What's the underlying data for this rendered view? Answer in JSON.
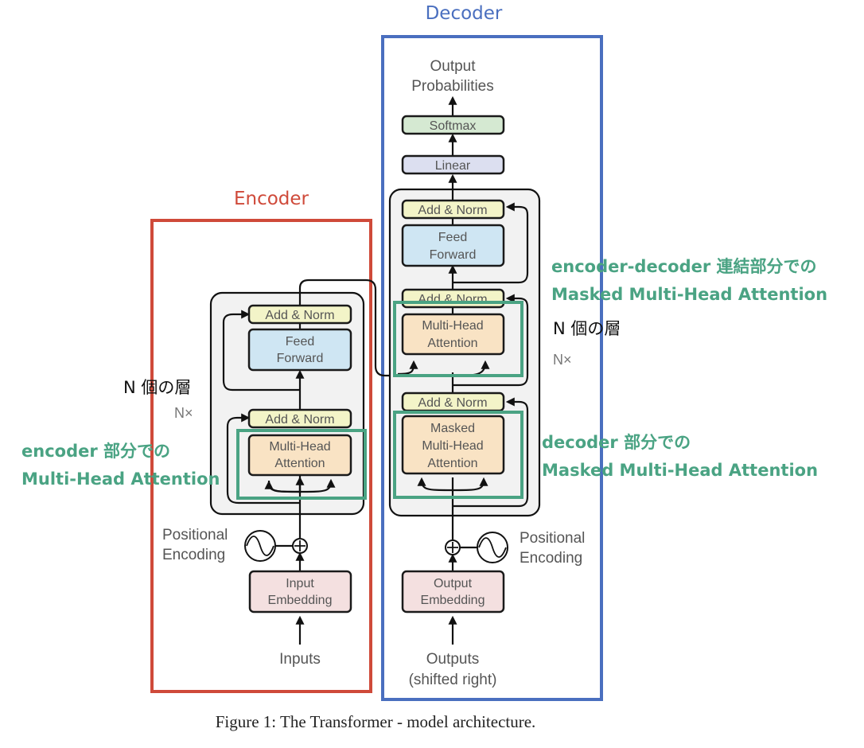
{
  "figure": {
    "caption": "Figure 1: The Transformer - model architecture."
  },
  "colors": {
    "encoder_frame": "#cf4a3a",
    "decoder_frame": "#4a6fbf",
    "highlight": "#4aa383",
    "add_norm": "#f3f4c8",
    "feed_forward": "#cfe6f3",
    "attention": "#f9e3c4",
    "embedding": "#f4e0e0",
    "linear": "#dcdff0",
    "softmax": "#d5e9d2",
    "stack_bg": "#f2f2f2"
  },
  "encoder": {
    "title": "Encoder",
    "input_label": "Inputs",
    "embedding": [
      "Input",
      "Embedding"
    ],
    "positional_encoding": [
      "Positional",
      "Encoding"
    ],
    "attention": [
      "Multi-Head",
      "Attention"
    ],
    "add_norm_1": "Add & Norm",
    "feed_forward": [
      "Feed",
      "Forward"
    ],
    "add_norm_2": "Add & Norm",
    "repeat_label": "N×",
    "layers_note": "N 個の層",
    "annotation": [
      "encoder 部分での",
      "Multi-Head Attention"
    ]
  },
  "decoder": {
    "title": "Decoder",
    "input_label": [
      "Outputs",
      "(shifted right)"
    ],
    "embedding": [
      "Output",
      "Embedding"
    ],
    "positional_encoding": [
      "Positional",
      "Encoding"
    ],
    "masked_attention": [
      "Masked",
      "Multi-Head",
      "Attention"
    ],
    "add_norm_1": "Add & Norm",
    "cross_attention": [
      "Multi-Head",
      "Attention"
    ],
    "add_norm_2": "Add & Norm",
    "feed_forward": [
      "Feed",
      "Forward"
    ],
    "add_norm_3": "Add & Norm",
    "linear": "Linear",
    "softmax": "Softmax",
    "output_label": [
      "Output",
      "Probabilities"
    ],
    "repeat_label": "N×",
    "layers_note": "N 個の層",
    "annotation_cross": [
      "encoder-decoder 連結部分での",
      "Masked Multi-Head Attention"
    ],
    "annotation_masked": [
      "decoder 部分での",
      "Masked Multi-Head Attention"
    ]
  }
}
